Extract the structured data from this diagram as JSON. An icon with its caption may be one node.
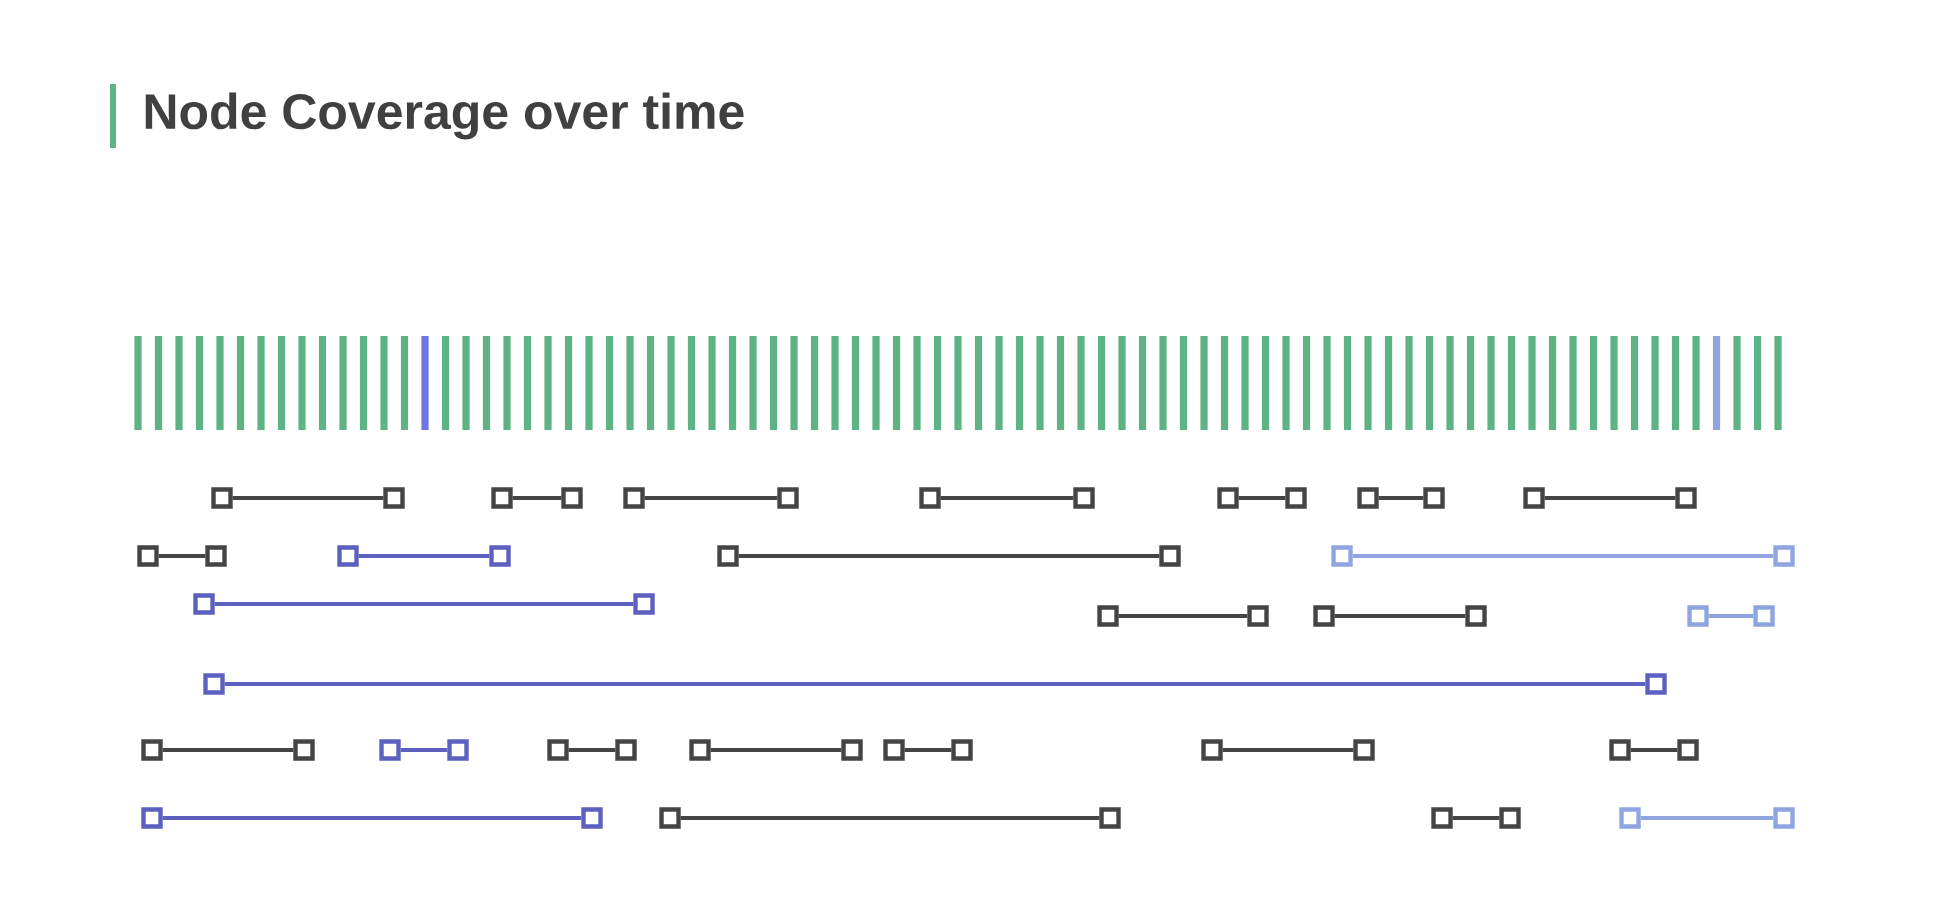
{
  "diagram": {
    "title": "Node Coverage over time",
    "nodes": [
      {
        "text": [],
        "shape": "box"
      },
      {
        "text": [],
        "shape": "box"
      },
      {
        "text": [],
        "shape": "box"
      },
      {
        "text": [],
        "shape": "box"
      },
      {
        "text": [],
        "shape": "box"
      },
      {
        "text": [],
        "shape": "box"
      },
      {
        "text": [],
        "shape": "box"
      },
      {
        "text": [],
        "shape": "box"
      },
      {
        "text": [],
        "shape": "box"
      },
      {
        "text": [],
        "shape": "box"
      },
      {
        "text": [],
        "shape": "box"
      },
      {
        "text": [],
        "shape": "box"
      },
      {
        "text": [],
        "shape": "box"
      },
      {
        "text": [],
        "shape": "box"
      },
      {
        "text": [],
        "shape": "box"
      },
      {
        "text": [],
        "shape": "box"
      },
      {
        "text": [],
        "shape": "box"
      },
      {
        "text": [],
        "shape": "box"
      },
      {
        "text": [],
        "shape": "box"
      },
      {
        "text": [],
        "shape": "box"
      },
      {
        "text": [],
        "shape": "box"
      },
      {
        "text": [],
        "shape": "box"
      },
      {
        "text": [],
        "shape": "box"
      },
      {
        "text": [],
        "shape": "box"
      },
      {
        "text": [],
        "shape": "box"
      },
      {
        "text": [],
        "shape": "box"
      },
      {
        "text": [],
        "shape": "box"
      },
      {
        "text": [],
        "shape": "box"
      },
      {
        "text": [],
        "shape": "box"
      },
      {
        "text": [],
        "shape": "box"
      },
      {
        "text": [],
        "shape": "box"
      },
      {
        "text": [],
        "shape": "box"
      },
      {
        "text": [],
        "shape": "box"
      },
      {
        "text": [],
        "shape": "box"
      },
      {
        "text": [],
        "shape": "box"
      },
      {
        "text": [],
        "shape": "box"
      },
      {
        "text": [],
        "shape": "box"
      },
      {
        "text": [],
        "shape": "box"
      },
      {
        "text": [],
        "shape": "box"
      },
      {
        "text": [],
        "shape": "box"
      },
      {
        "text": [],
        "shape": "box"
      },
      {
        "text": [],
        "shape": "box"
      },
      {
        "text": [],
        "shape": "box"
      },
      {
        "text": [],
        "shape": "box"
      },
      {
        "text": [],
        "shape": "box"
      },
      {
        "text": [],
        "shape": "box"
      },
      {
        "text": [],
        "shape": "box"
      },
      {
        "text": [],
        "shape": "box"
      },
      {
        "text": [],
        "shape": "box"
      },
      {
        "text": [],
        "shape": "box"
      },
      {
        "text": [],
        "shape": "box"
      },
      {
        "text": [],
        "shape": "box"
      },
      {
        "text": [],
        "shape": "box"
      },
      {
        "text": [],
        "shape": "box"
      }
    ],
    "edges": [
      {
        "from": 0,
        "to": 1,
        "arrow": "none"
      },
      {
        "from": 2,
        "to": 3,
        "arrow": "none"
      },
      {
        "from": 4,
        "to": 5,
        "arrow": "none"
      },
      {
        "from": 6,
        "to": 7,
        "arrow": "none"
      },
      {
        "from": 8,
        "to": 9,
        "arrow": "none"
      },
      {
        "from": 10,
        "to": 11,
        "arrow": "none"
      },
      {
        "from": 12,
        "to": 13,
        "arrow": "none"
      },
      {
        "from": 14,
        "to": 15,
        "arrow": "none"
      },
      {
        "from": 16,
        "to": 17,
        "arrow": "none",
        "color": "#5c60bf"
      },
      {
        "from": 18,
        "to": 19,
        "arrow": "none"
      },
      {
        "from": 20,
        "to": 21,
        "arrow": "none",
        "color": "#8ea5e0"
      },
      {
        "from": 22,
        "to": 23,
        "arrow": "none",
        "color": "#5c60bf"
      },
      {
        "from": 24,
        "to": 25,
        "arrow": "none"
      },
      {
        "from": 26,
        "to": 27,
        "arrow": "none"
      },
      {
        "from": 28,
        "to": 29,
        "arrow": "none",
        "color": "#8ea5e0"
      },
      {
        "from": 30,
        "to": 31,
        "arrow": "none",
        "color": "#5c60bf"
      },
      {
        "from": 32,
        "to": 33,
        "arrow": "none"
      },
      {
        "from": 34,
        "to": 35,
        "arrow": "none",
        "color": "#5c60bf"
      },
      {
        "from": 36,
        "to": 37,
        "arrow": "none"
      },
      {
        "from": 38,
        "to": 39,
        "arrow": "none"
      },
      {
        "from": 40,
        "to": 41,
        "arrow": "none"
      },
      {
        "from": 42,
        "to": 43,
        "arrow": "none"
      },
      {
        "from": 44,
        "to": 45,
        "arrow": "none"
      },
      {
        "from": 46,
        "to": 47,
        "arrow": "none",
        "color": "#5c60bf"
      },
      {
        "from": 48,
        "to": 49,
        "arrow": "none"
      },
      {
        "from": 50,
        "to": 51,
        "arrow": "none"
      },
      {
        "from": 52,
        "to": 53,
        "arrow": "none",
        "color": "#8ea5e0"
      }
    ]
  }
}
